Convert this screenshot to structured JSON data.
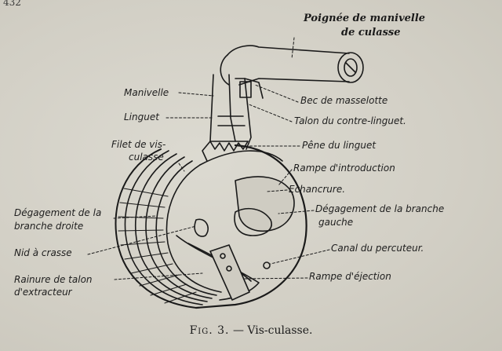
{
  "page_number": "432",
  "caption": {
    "fig_label": "Fig. 3.",
    "dash": "—",
    "title": "Vis-culasse."
  },
  "labels": {
    "poignee_line1": "Poignée de manivelle",
    "poignee_line2": "de culasse",
    "manivelle": "Manivelle",
    "linguet": "Linguet",
    "filet_line1": "Filet de vis-",
    "filet_line2": "culasse",
    "degagement_droite_line1": "Dégagement de la",
    "degagement_droite_line2": "branche droite",
    "nid_crasse": "Nid à crasse",
    "rainure_line1": "Rainure de talon",
    "rainure_line2": "d'extracteur",
    "bec_masselotte": "Bec de masselotte",
    "talon_contre_linguet": "Talon du contre-linguet.",
    "pene_linguet": "Pêne du linguet",
    "rampe_introduction": "Rampe d'introduction",
    "echancrure": "Echancrure.",
    "degagement_gauche_line1": "Dégagement de la branche",
    "degagement_gauche_line2": "gauche",
    "canal_percuteur": "Canal du percuteur.",
    "rampe_ejection": "Rampe d'éjection"
  }
}
